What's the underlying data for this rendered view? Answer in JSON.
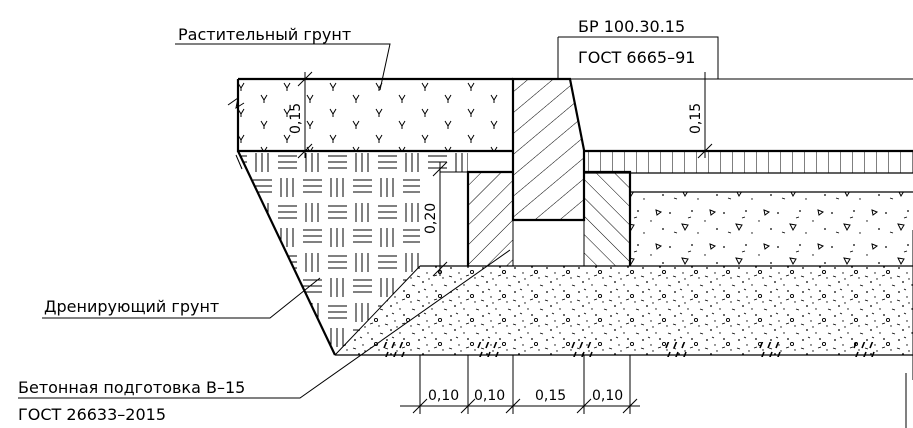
{
  "labels": {
    "plant_soil": "Растительный грунт",
    "curb_name": "БР 100.30.15",
    "curb_standard": "ГОСТ 6665–91",
    "drain_soil": "Дренирующий грунт",
    "concrete_prep_1": "Бетонная подготовка В–15",
    "concrete_prep_2": "ГОСТ 26633–2015"
  },
  "dimensions": {
    "plant_soil_thickness": "0,15",
    "pavement_thickness": "0,15",
    "fill_height": "0,20",
    "bottom": [
      "0,10",
      "0,10",
      "0,15",
      "0,10"
    ]
  }
}
